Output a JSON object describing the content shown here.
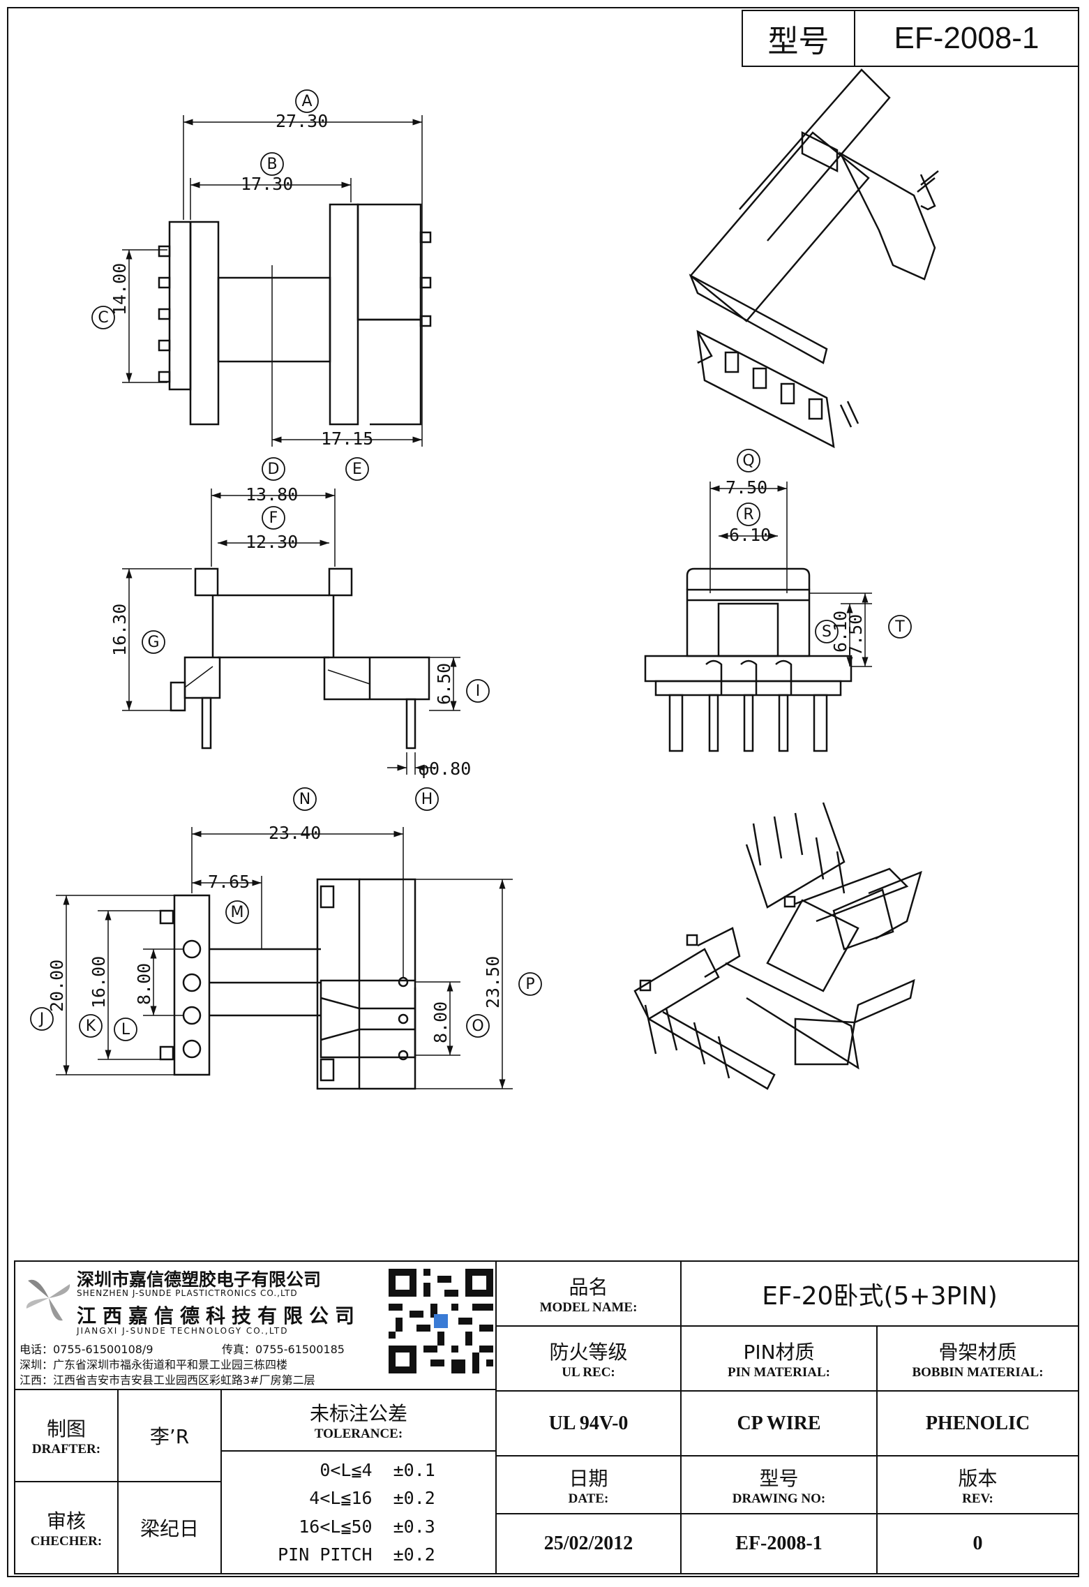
{
  "title_block": {
    "type_label": "型号",
    "type_value": "EF-2008-1"
  },
  "dimensions": {
    "A": "27.30",
    "B": "17.30",
    "C": "14.00",
    "D": "13.80",
    "E": "17.15",
    "F": "12.30",
    "G": "16.30",
    "H": "φ0.80",
    "I": "6.50",
    "J": "20.00",
    "K": "16.00",
    "L": "8.00",
    "M": "7.65",
    "N": "23.40",
    "O": "8.00",
    "P": "23.50",
    "Q": "7.50",
    "R": "6.10",
    "S": "6.10",
    "T": "7.50"
  },
  "markers": [
    "A",
    "B",
    "C",
    "D",
    "E",
    "F",
    "G",
    "H",
    "I",
    "J",
    "K",
    "L",
    "M",
    "N",
    "O",
    "P",
    "Q",
    "R",
    "S",
    "T"
  ],
  "company": {
    "name_cn_1": "深圳市嘉信德塑胶电子有限公司",
    "name_en_1": "SHENZHEN J-SUNDE PLASTICTRONICS CO.,LTD",
    "name_cn_2": "江西嘉信德科技有限公司",
    "name_en_2": "JIANGXI J-SUNDE TECHNOLOGY CO.,LTD",
    "phone": "电话：0755-61500108/9",
    "fax": "传真：0755-61500185",
    "addr_sz": "深圳：广东省深圳市福永街道和平和景工业园三栋四楼",
    "addr_jx": "江西：江西省吉安市吉安县工业园西区彩虹路3#厂房第二层"
  },
  "table": {
    "model_name_cn": "品名",
    "model_name_en": "MODEL NAME:",
    "model_name_value": "EF-20卧式(5+3PIN)",
    "ul_rec_cn": "防火等级",
    "ul_rec_en": "UL REC:",
    "pin_material_cn": "PIN材质",
    "pin_material_en": "PIN MATERIAL:",
    "bobbin_material_cn": "骨架材质",
    "bobbin_material_en": "BOBBIN MATERIAL:",
    "ul_value": "UL 94V-0",
    "pin_value": "CP WIRE",
    "bobbin_value": "PHENOLIC",
    "drafter_cn": "制图",
    "drafter_en": "DRAFTER:",
    "drafter_value": "李’R",
    "checker_cn": "审核",
    "checker_en": "CHECHER:",
    "checker_value": "梁纪日",
    "tolerance_cn": "未标注公差",
    "tolerance_en": "TOLERANCE:",
    "tolerances": [
      {
        "range": "0<L≦4",
        "value": "±0.1"
      },
      {
        "range": "4<L≦16",
        "value": "±0.2"
      },
      {
        "range": "16<L≦50",
        "value": "±0.3"
      },
      {
        "range": "PIN PITCH",
        "value": "±0.2"
      }
    ],
    "date_cn": "日期",
    "date_en": "DATE:",
    "drawing_no_cn": "型号",
    "drawing_no_en": "DRAWING NO:",
    "rev_cn": "版本",
    "rev_en": "REV:",
    "date_value": "25/02/2012",
    "drawing_no_value": "EF-2008-1",
    "rev_value": "0"
  }
}
